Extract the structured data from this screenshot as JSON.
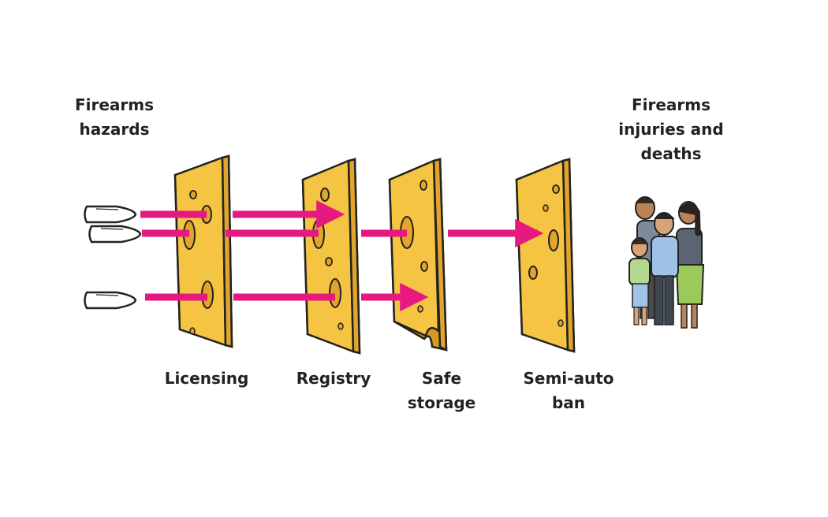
{
  "labels": {
    "hazards": [
      "Firearms",
      "hazards"
    ],
    "outcome": [
      "Firearms",
      "injuries and",
      "deaths"
    ],
    "layers": [
      {
        "line1": "Licensing",
        "line2": ""
      },
      {
        "line1": "Registry",
        "line2": ""
      },
      {
        "line1": "Safe",
        "line2": "storage"
      },
      {
        "line1": "Semi-auto",
        "line2": "ban"
      }
    ]
  },
  "colors": {
    "cheese": "#f6c443",
    "cheese_edge": "#d69a1c",
    "hole": "#e2a52a",
    "arrow": "#e5197f",
    "outline": "#222222"
  },
  "icons": [
    "bullet-icon",
    "cheese-slice-icon",
    "family-icon"
  ]
}
